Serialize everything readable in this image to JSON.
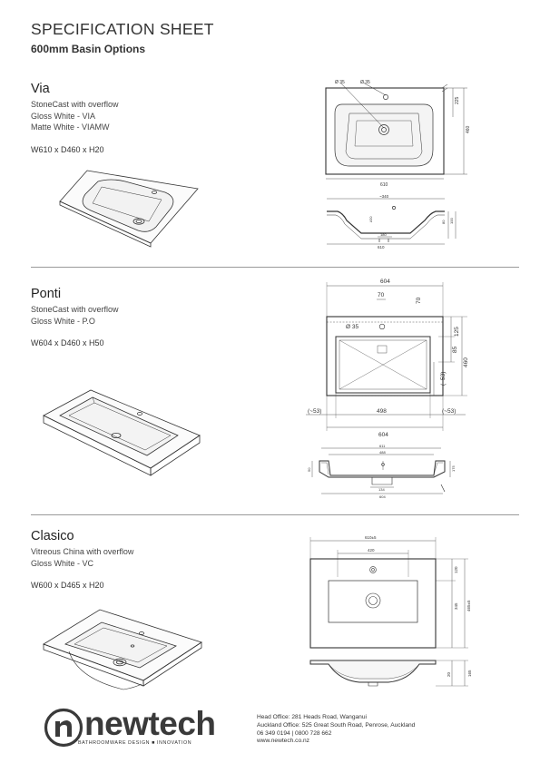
{
  "header": {
    "title": "SPECIFICATION SHEET",
    "subtitle": "600mm Basin Options"
  },
  "products": [
    {
      "name": "Via",
      "lines": [
        "StoneCast with overflow",
        "Gloss White - VIA",
        "Matte White - VIAMW"
      ],
      "dimensions": "W610 x D460 x H20",
      "drawing_labels": {
        "hole1": "Ø 35",
        "hole2": "Ø 35",
        "side1": "225",
        "side2": "460",
        "width": "610",
        "top": "~340",
        "h1": "ž20",
        "h2": "80",
        "h3": "100",
        "inner": "180",
        "bottom": "610"
      }
    },
    {
      "name": "Ponti",
      "lines": [
        "StoneCast with overflow",
        "Gloss White - P.O"
      ],
      "dimensions": "W604 x D460 x H50",
      "drawing_labels": {
        "top_width": "604",
        "tap_offset": "70",
        "tap_depth": "70",
        "hole": "Ø 35",
        "right_a": "125",
        "right_b": "85",
        "right_c": "460",
        "left_inner": "(~53)",
        "left_ext": "(~53)",
        "inner_width": "498",
        "right_ext": "(~53)",
        "bottom_width": "604",
        "sec_top": "611",
        "sec_inner": "488",
        "sec_mid": "134",
        "sec_bottom": "604",
        "sec_left": "50",
        "sec_right": "175"
      }
    },
    {
      "name": "Clasico",
      "lines": [
        "Vitreous China with overflow",
        "Gloss White - VC"
      ],
      "dimensions": "W600 x D465 x H20",
      "drawing_labels": {
        "outer": "610±5",
        "inner": "420",
        "right_a": "120",
        "right_b": "345",
        "right_c": "465±5",
        "sec_a": "20",
        "sec_b": "165"
      }
    }
  ],
  "footer": {
    "logo_text": "newtech",
    "logo_tagline": "BATHROOMWARE DESIGN ■ INNOVATION",
    "address_lines": [
      "Head Office: 281 Heads Road, Wanganui",
      "Auckland Office: 525 Great South Road, Penrose, Auckland",
      "06 349 0194  |  0800 728 662",
      "www.newtech.co.nz"
    ]
  },
  "colors": {
    "text": "#3a3a3a",
    "line": "#333333",
    "divider": "#9a9a9a"
  }
}
